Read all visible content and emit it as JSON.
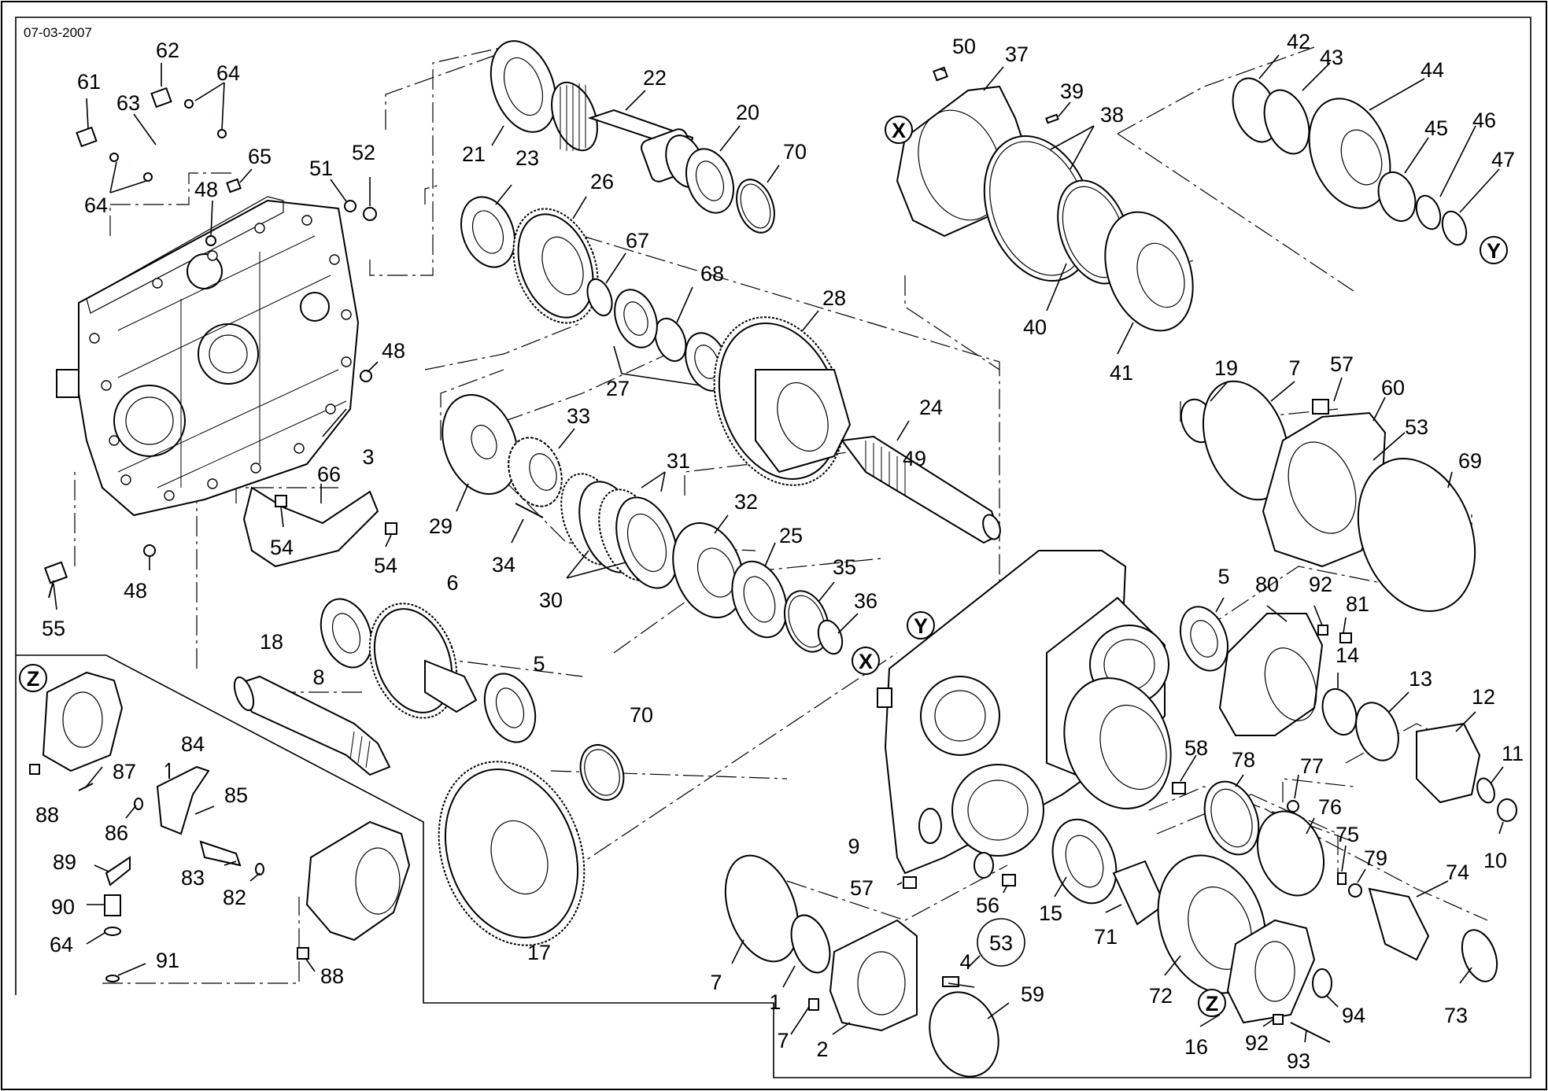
{
  "date_stamp": "07-03-2007",
  "reference_markers": [
    "X",
    "Y",
    "Z"
  ],
  "part_numbers": [
    "1",
    "2",
    "3",
    "4",
    "5",
    "6",
    "7",
    "8",
    "9",
    "10",
    "11",
    "12",
    "13",
    "14",
    "15",
    "16",
    "17",
    "18",
    "19",
    "20",
    "21",
    "22",
    "23",
    "24",
    "25",
    "26",
    "27",
    "28",
    "29",
    "30",
    "31",
    "32",
    "33",
    "34",
    "35",
    "36",
    "37",
    "38",
    "39",
    "40",
    "41",
    "42",
    "43",
    "44",
    "45",
    "46",
    "47",
    "48",
    "49",
    "50",
    "51",
    "52",
    "53",
    "54",
    "55",
    "56",
    "57",
    "58",
    "59",
    "60",
    "61",
    "62",
    "63",
    "64",
    "65",
    "66",
    "67",
    "68",
    "69",
    "70",
    "71",
    "72",
    "73",
    "74",
    "75",
    "76",
    "77",
    "78",
    "79",
    "80",
    "81",
    "82",
    "83",
    "84",
    "85",
    "86",
    "87",
    "88",
    "89",
    "90",
    "91",
    "92",
    "93",
    "94"
  ],
  "labels": {
    "l61": "61",
    "l62": "62",
    "l63": "63",
    "l64a": "64",
    "l64b": "64",
    "l65": "65",
    "l48a": "48",
    "l51": "51",
    "l52": "52",
    "l48b": "48",
    "l3": "3",
    "l66": "66",
    "l54a": "54",
    "l54b": "54",
    "l48c": "48",
    "l55": "55",
    "l21": "21",
    "l22": "22",
    "l20": "20",
    "l70a": "70",
    "l23": "23",
    "l26": "26",
    "l67": "67",
    "l68": "68",
    "l27": "27",
    "l28": "28",
    "l29": "29",
    "l33": "33",
    "l31": "31",
    "l34": "34",
    "l30": "30",
    "l32": "32",
    "l25": "25",
    "l35": "35",
    "l36": "36",
    "l24": "24",
    "l50": "50",
    "l37": "37",
    "l39": "39",
    "l38": "38",
    "l40": "40",
    "l41": "41",
    "l42": "42",
    "l43": "43",
    "l44": "44",
    "l45": "45",
    "l46": "46",
    "l47": "47",
    "l19": "19",
    "l7a": "7",
    "l57a": "57",
    "l60": "60",
    "l53a": "53",
    "l69": "69",
    "l49": "49",
    "l18": "18",
    "l6": "6",
    "l8": "8",
    "l5a": "5",
    "l70b": "70",
    "l17": "17",
    "l84": "84",
    "l87": "87",
    "l88a": "88",
    "l85": "85",
    "l86": "86",
    "l89": "89",
    "l83": "83",
    "l82": "82",
    "l90": "90",
    "l64c": "64",
    "l91": "91",
    "l88b": "88",
    "l9": "9",
    "l5b": "5",
    "l80": "80",
    "l92a": "92",
    "l81": "81",
    "l14": "14",
    "l13": "13",
    "l12": "12",
    "l11": "11",
    "l10": "10",
    "l58": "58",
    "l78": "78",
    "l77": "77",
    "l76": "76",
    "l75": "75",
    "l79": "79",
    "l74": "74",
    "l57b": "57",
    "l56": "56",
    "l15": "15",
    "l71": "71",
    "l72": "72",
    "l73": "73",
    "l94": "94",
    "l7b": "7",
    "l1": "1",
    "l7c": "7",
    "l2": "2",
    "l53b": "53",
    "l4": "4",
    "l59": "59",
    "l16": "16",
    "l92b": "92",
    "l93": "93"
  },
  "markers": {
    "x1": "X",
    "x2": "X",
    "y1": "Y",
    "y2": "Y",
    "z1": "Z",
    "z2": "Z"
  }
}
